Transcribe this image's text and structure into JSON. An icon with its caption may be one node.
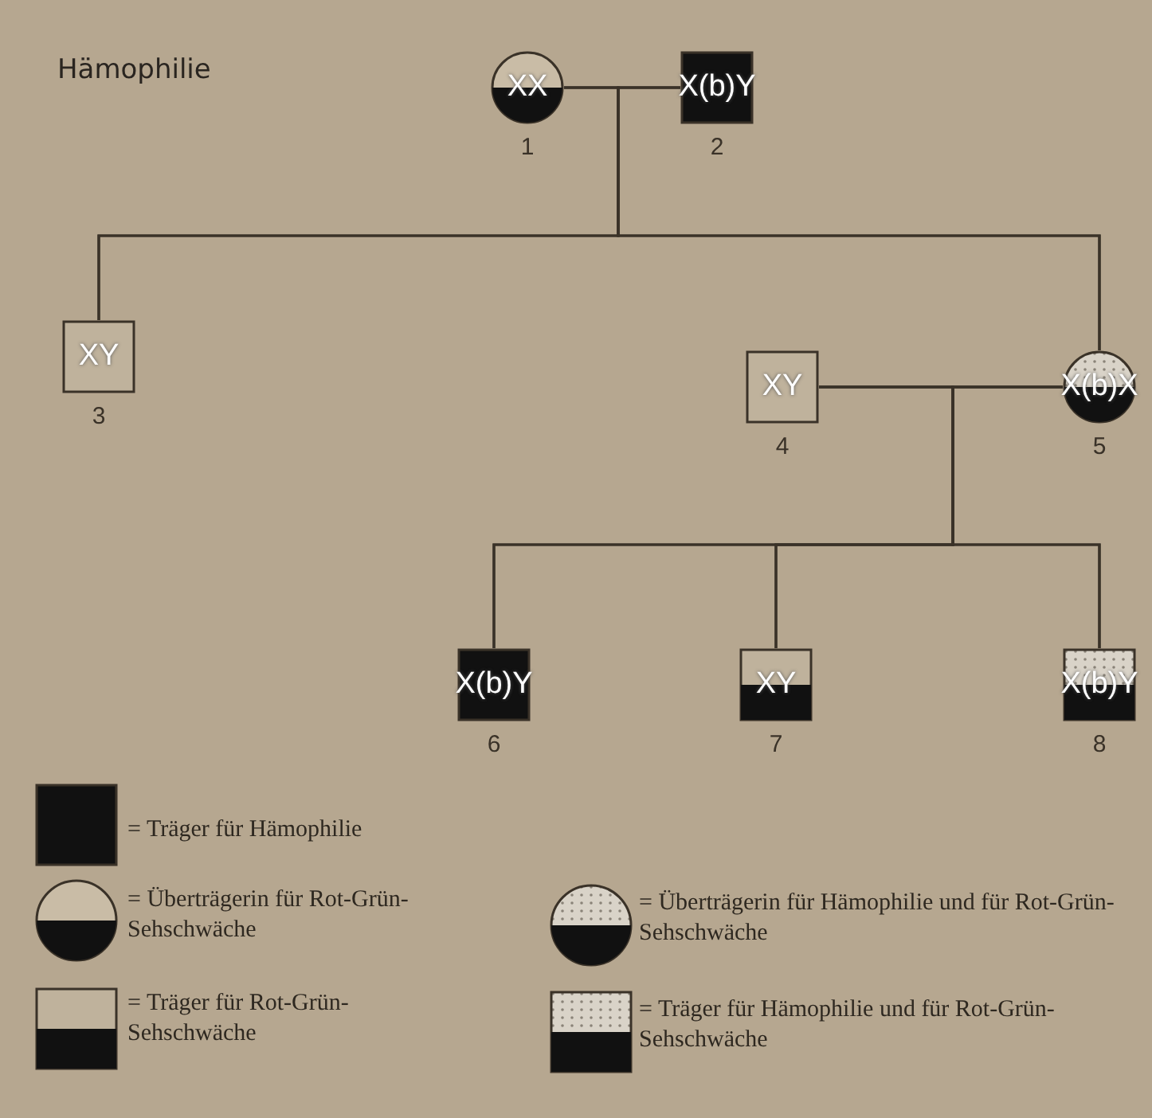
{
  "diagram": {
    "title": "Hämophilie",
    "nodes": [
      {
        "text": [
          "XX"
        ],
        "beside": [
          "1"
        ]
      },
      {
        "text": [
          "X(b)Y"
        ],
        "beside": [
          "2"
        ]
      },
      {
        "text": [
          "XY"
        ],
        "beside": [
          "3"
        ]
      },
      {
        "text": [
          "XY"
        ],
        "beside": [
          "4"
        ]
      },
      {
        "text": [
          "X(b)X"
        ],
        "beside": [
          "5"
        ]
      },
      {
        "text": [
          "X(b)Y"
        ],
        "beside": [
          "6"
        ]
      },
      {
        "text": [
          "XY"
        ],
        "beside": [
          "7"
        ]
      },
      {
        "text": [
          "X(b)Y"
        ],
        "beside": [
          "8"
        ]
      }
    ],
    "edges": [
      {
        "from": 0,
        "to": 1,
        "arrow": "none"
      },
      {
        "from": 0,
        "to": 2,
        "arrow": "none"
      },
      {
        "from": 0,
        "to": 4,
        "arrow": "none"
      },
      {
        "from": 1,
        "to": 2,
        "arrow": "none"
      },
      {
        "from": 1,
        "to": 4,
        "arrow": "none"
      },
      {
        "from": 3,
        "to": 4,
        "arrow": "none"
      },
      {
        "from": 3,
        "to": 5,
        "arrow": "none"
      },
      {
        "from": 3,
        "to": 6,
        "arrow": "none"
      },
      {
        "from": 3,
        "to": 7,
        "arrow": "none"
      },
      {
        "from": 4,
        "to": 5,
        "arrow": "none"
      },
      {
        "from": 4,
        "to": 6,
        "arrow": "none"
      },
      {
        "from": 4,
        "to": 7,
        "arrow": "none"
      }
    ],
    "legend": [
      {
        "text": "= Träger für Hämophilie"
      },
      {
        "text": "= Überträgerin für Rot-Grün-Sehschwäche"
      },
      {
        "text": "= Träger für Rot-Grün-Sehschwäche"
      },
      {
        "text": "= Überträgerin für Hämophilie und für Rot-Grün-Sehschwäche"
      },
      {
        "text": "= Träger für Hämophilie und für Rot-Grün-Sehschwäche"
      }
    ]
  }
}
